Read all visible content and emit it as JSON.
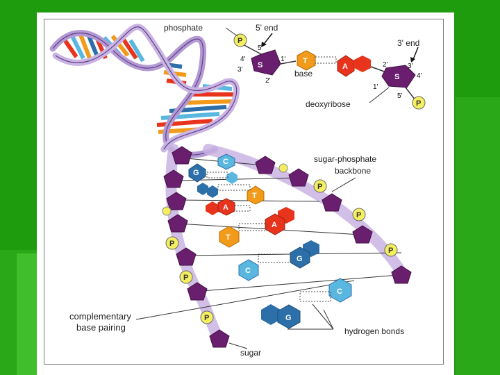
{
  "colors": {
    "slide_green": "#20a010",
    "slide_green_light": "#35b81f",
    "sugar": "#6a1f6e",
    "phosphate": "#f4ef60",
    "adenine": "#e8341c",
    "thymine": "#f29a1a",
    "guanine": "#2d6fa8",
    "cytosine": "#5ab7e0",
    "backbone_ribbon": "#b49ad4"
  },
  "labels": {
    "phosphate": "phosphate",
    "five_end": "5' end",
    "three_end": "3' end",
    "base": "base",
    "deoxyribose": "deoxyribose",
    "backbone_line1": "sugar-phosphate",
    "backbone_line2": "backbone",
    "pairing_line1": "complementary",
    "pairing_line2": "base pairing",
    "hydrogen_bonds": "hydrogen bonds",
    "sugar": "sugar"
  },
  "carbons": {
    "c5": "5'",
    "c4": "4'",
    "c3": "3'",
    "c2": "2'",
    "c1": "1'",
    "c2b": "2'",
    "c3b": "3'",
    "c4b": "4'",
    "c1b": "1'",
    "c5b": "5'"
  },
  "letters": {
    "p": "P",
    "s": "S",
    "a": "A",
    "t": "T",
    "g": "G",
    "c": "C"
  }
}
